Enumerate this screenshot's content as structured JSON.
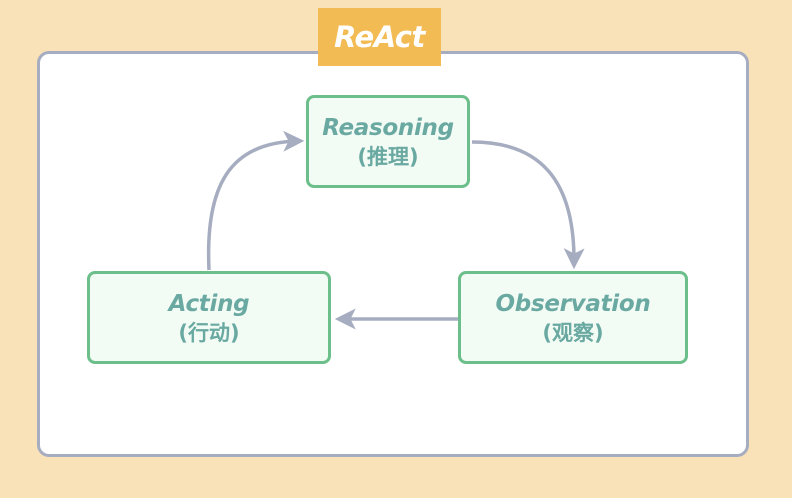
{
  "title": "ReAct",
  "nodes": {
    "reasoning": {
      "label": "Reasoning",
      "sub": "(推理)"
    },
    "observation": {
      "label": "Observation",
      "sub": "(观察)"
    },
    "acting": {
      "label": "Acting",
      "sub": "(行动)"
    }
  },
  "colors": {
    "background": "#f9e1b8",
    "frame_border": "#a6adc0",
    "title_tag": "#f2bb54",
    "node_fill": "#f2fcf4",
    "node_border": "#6cbf8a",
    "node_text": "#6aa9a2",
    "arrow": "#a6adc0"
  },
  "edges": [
    {
      "from": "reasoning",
      "to": "observation"
    },
    {
      "from": "observation",
      "to": "acting"
    },
    {
      "from": "acting",
      "to": "reasoning"
    }
  ]
}
